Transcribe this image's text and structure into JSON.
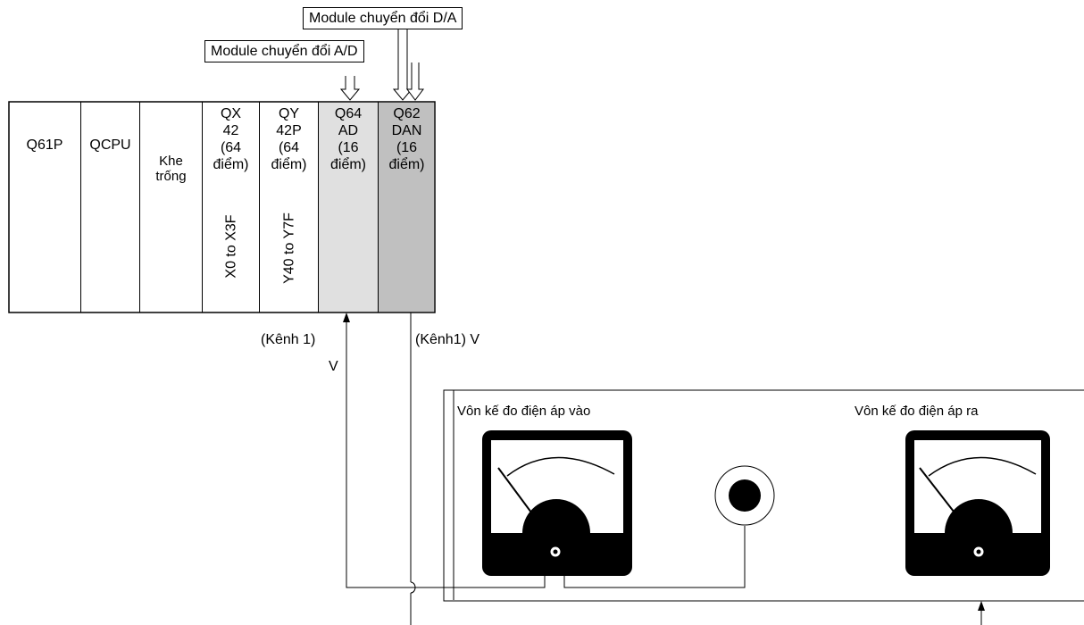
{
  "labels": {
    "da_module": "Module chuyển đổi D/A",
    "ad_module": "Module chuyển đổi A/D",
    "ad_channel": "(Kênh 1)",
    "ad_v": "V",
    "da_channel": "(Kênh1)  V",
    "meter_in": "Vôn kế đo điện áp vào",
    "meter_out": "Vôn kế đo điện áp ra"
  },
  "rack": {
    "slots": [
      {
        "lines": [
          "Q61P"
        ],
        "vertical": ""
      },
      {
        "lines": [
          "QCPU"
        ],
        "vertical": ""
      },
      {
        "lines": [
          "Khe",
          "trống"
        ],
        "vertical": ""
      },
      {
        "lines": [
          "QX",
          "42",
          "(64",
          "điểm)"
        ],
        "vertical": "X0 to X3F"
      },
      {
        "lines": [
          "QY",
          "42P",
          "(64",
          "điểm)"
        ],
        "vertical": "Y40 to Y7F"
      },
      {
        "lines": [
          "Q64",
          "AD",
          "(16",
          "điểm)"
        ],
        "vertical": ""
      },
      {
        "lines": [
          "Q62",
          "DAN",
          "(16",
          "điểm)"
        ],
        "vertical": ""
      }
    ]
  },
  "colors": {
    "ad_fill": "#e0e0e0",
    "da_fill": "#c0c0c0",
    "meter_face": "#000000"
  }
}
